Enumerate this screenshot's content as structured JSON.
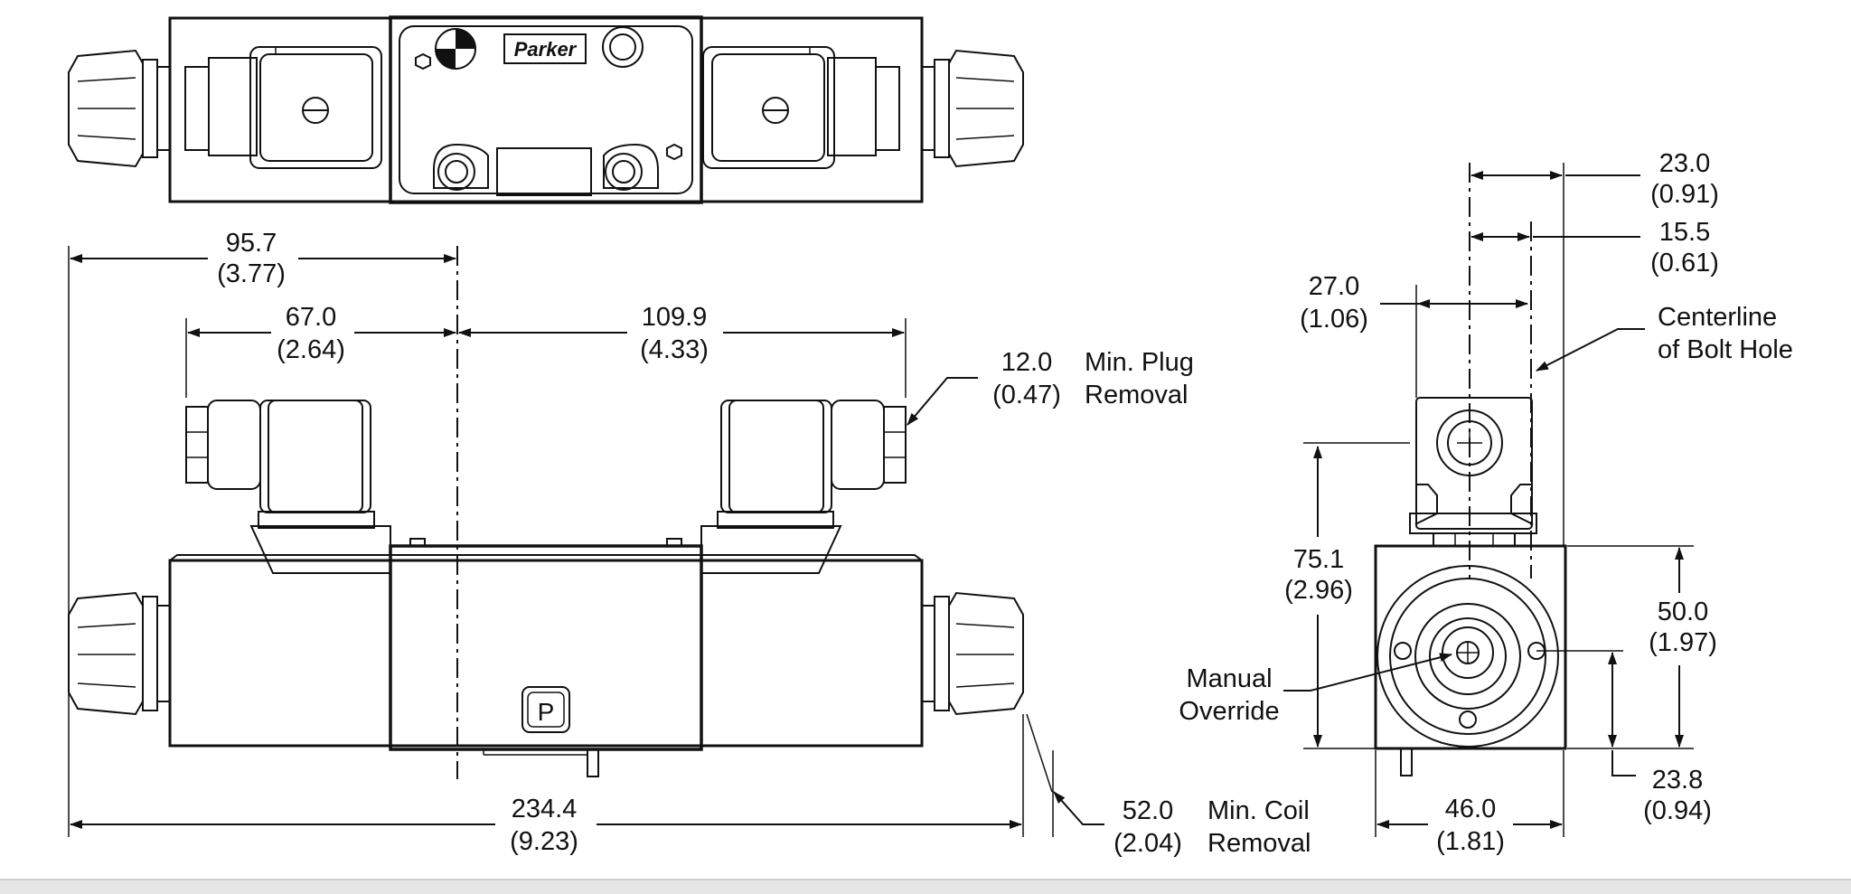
{
  "brand_logo_text": "Parker",
  "port_label": "P",
  "dimensions": {
    "overall_length": {
      "mm": "234.4",
      "in": "(9.23)"
    },
    "left_to_centerline": {
      "mm": "95.7",
      "in": "(3.77)"
    },
    "coil_to_centerline": {
      "mm": "67.0",
      "in": "(2.64)"
    },
    "centerline_to_coil": {
      "mm": "109.9",
      "in": "(4.33)"
    },
    "plug_removal": {
      "mm": "12.0",
      "in": "(0.47)",
      "note_line1": "Min. Plug",
      "note_line2": "Removal"
    },
    "coil_removal": {
      "mm": "52.0",
      "in": "(2.04)",
      "note_line1": "Min. Coil",
      "note_line2": "Removal"
    },
    "side_23_0": {
      "mm": "23.0",
      "in": "(0.91)"
    },
    "side_15_5": {
      "mm": "15.5",
      "in": "(0.61)"
    },
    "side_27_0": {
      "mm": "27.0",
      "in": "(1.06)"
    },
    "side_75_1": {
      "mm": "75.1",
      "in": "(2.96)"
    },
    "side_50_0": {
      "mm": "50.0",
      "in": "(1.97)"
    },
    "side_23_8": {
      "mm": "23.8",
      "in": "(0.94)"
    },
    "side_46_0": {
      "mm": "46.0",
      "in": "(1.81)"
    }
  },
  "labels": {
    "centerline_line1": "Centerline",
    "centerline_line2": "of Bolt Hole",
    "manual_line1": "Manual",
    "manual_line2": "Override"
  }
}
